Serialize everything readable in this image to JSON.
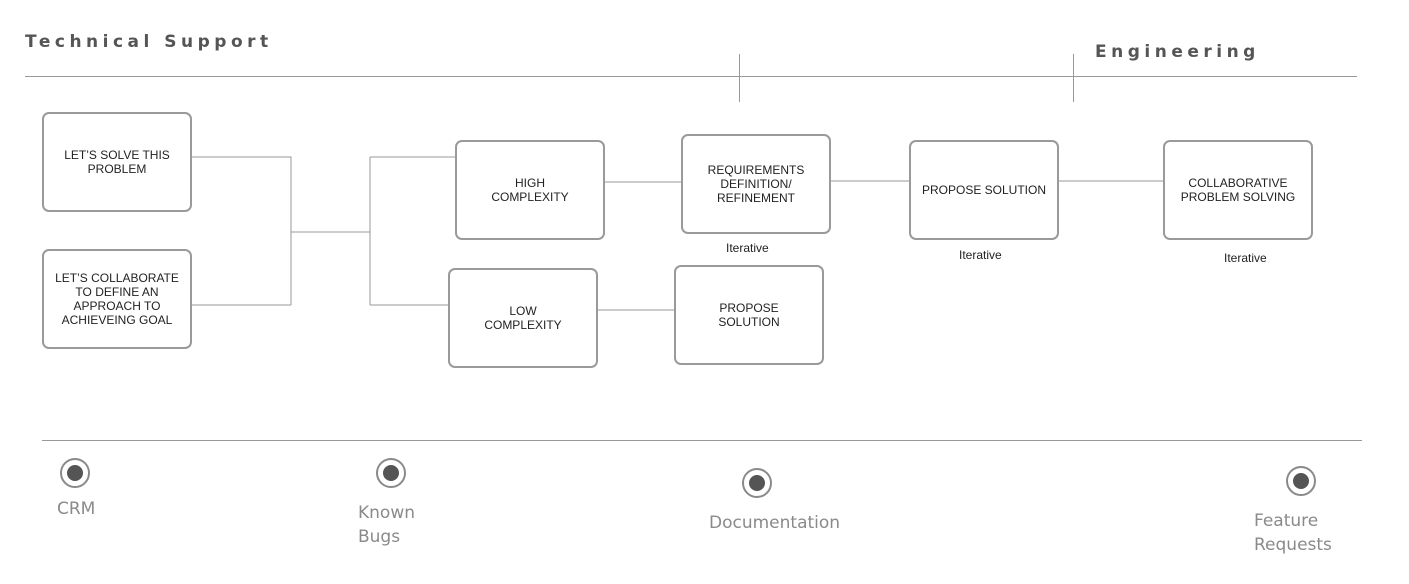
{
  "header": {
    "left_title": "Technical Support",
    "right_title": "Engineering"
  },
  "boxes": {
    "solve_problem": "LET’S SOLVE THIS\nPROBLEM",
    "collaborate": "LET’S COLLABORATE\nTO DEFINE AN\nAPPROACH TO\nACHIEVEING GOAL",
    "high_complexity": "HIGH\nCOMPLEXITY",
    "low_complexity": "LOW\nCOMPLEXITY",
    "requirements": "REQUIREMENTS\nDEFINITION/\nREFINEMENT",
    "propose_solution_low": "PROPOSE\nSOLUTION",
    "propose_solution": "PROPOSE SOLUTION",
    "collaborative": "COLLABORATIVE\nPROBLEM SOLVING"
  },
  "notes": {
    "requirements_iterative": "Iterative",
    "propose_iterative": "Iterative",
    "collaborative_iterative": "Iterative"
  },
  "resources": [
    {
      "label": "CRM",
      "icon": "radio-selected-icon"
    },
    {
      "label": "Known Bugs",
      "icon": "radio-selected-icon"
    },
    {
      "label": "Documentation",
      "icon": "radio-selected-icon"
    },
    {
      "label": "Feature\nRequests",
      "icon": "radio-selected-icon"
    }
  ],
  "colors": {
    "box_border": "#9a9a9a",
    "line": "#999999",
    "title": "#555555",
    "resource_label": "#8a8a8a",
    "radio_fill": "#555555"
  }
}
